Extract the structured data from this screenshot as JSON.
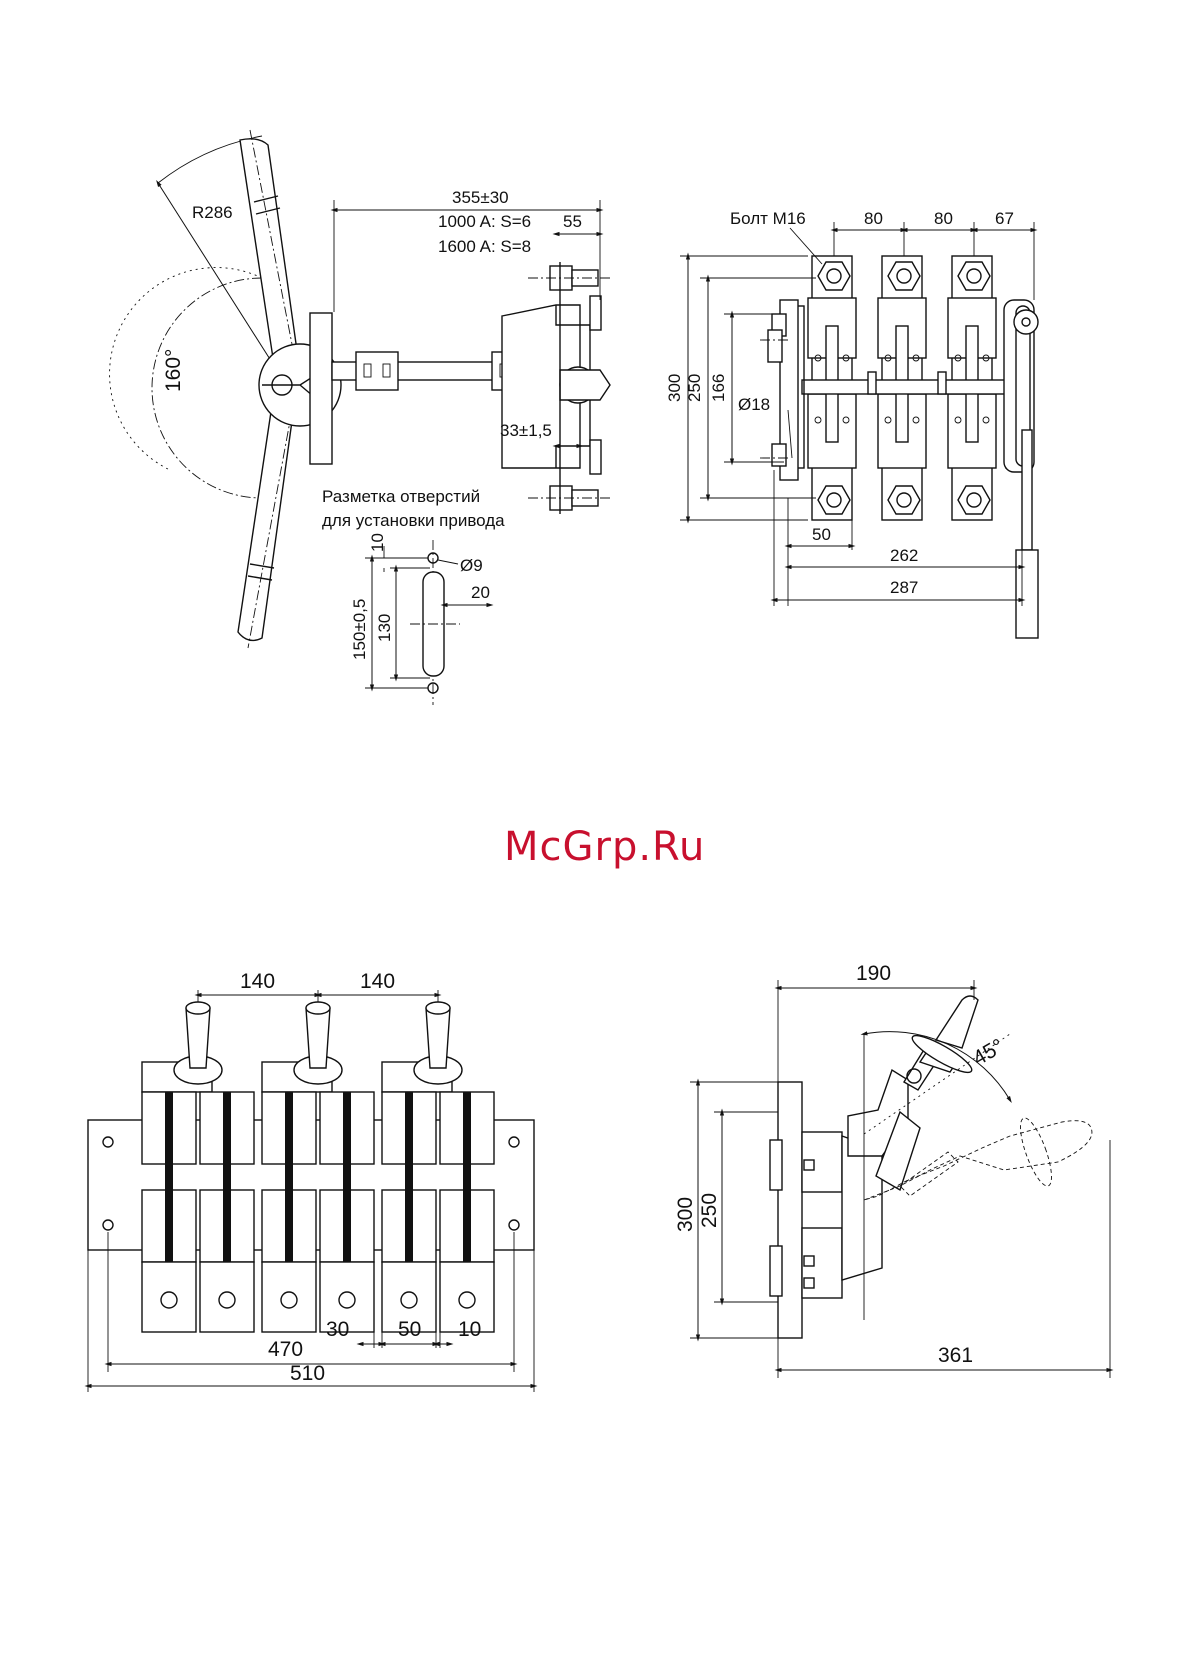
{
  "watermark": "McGrp.Ru",
  "drawing1": {
    "radius": "R286",
    "angle": "160°",
    "overall": "355±30",
    "stroke_1000": "1000 A: S=6",
    "stroke_1600": "1600 A: S=8",
    "offset": "55",
    "shaft_gap": "33±1,5",
    "note_line1": "Разметка отверстий",
    "note_line2": "для установки привода"
  },
  "markings": {
    "d10": "10",
    "hole": "Ø9",
    "d20": "20",
    "d130": "130",
    "d150": "150±0,5"
  },
  "drawing2": {
    "bolt": "Болт М16",
    "p80a": "80",
    "p80b": "80",
    "p67": "67",
    "h300": "300",
    "h250": "250",
    "h166": "166",
    "hole18": "Ø18",
    "w50": "50",
    "w262": "262",
    "w287": "287"
  },
  "drawing3": {
    "p140a": "140",
    "p140b": "140",
    "w470": "470",
    "w510": "510",
    "g30": "30",
    "g50": "50",
    "g10": "10"
  },
  "drawing4": {
    "w190": "190",
    "angle45": "45°",
    "h300": "300",
    "h250": "250",
    "w361": "361"
  }
}
